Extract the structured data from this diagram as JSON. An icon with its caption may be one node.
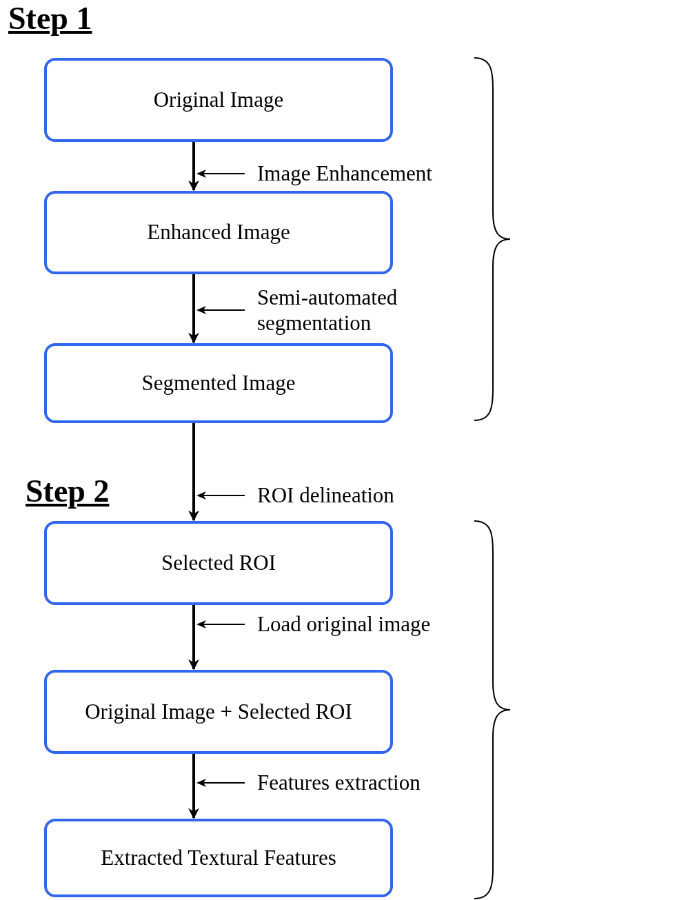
{
  "diagram": {
    "nodes": [
      {
        "text": [
          "Original Image"
        ]
      },
      {
        "text": [
          "Enhanced Image"
        ]
      },
      {
        "text": [
          "Segmented Image"
        ]
      },
      {
        "text": [
          "Selected ROI"
        ]
      },
      {
        "text": [
          "Original Image + Selected ROI"
        ]
      },
      {
        "text": [
          "Extracted Textural Features"
        ]
      }
    ],
    "edges": [
      {
        "from": 0,
        "to": 1,
        "arrow": "to",
        "label": "Image Enhancement"
      },
      {
        "from": 1,
        "to": 2,
        "arrow": "to",
        "label": "Semi-automated segmentation"
      },
      {
        "from": 2,
        "to": 3,
        "arrow": "to",
        "label": "ROI delineation"
      },
      {
        "from": 3,
        "to": 4,
        "arrow": "to",
        "label": "Load original image"
      },
      {
        "from": 4,
        "to": 5,
        "arrow": "to",
        "label": "Features extraction"
      }
    ],
    "labels": [
      "Step 1",
      "Step 2"
    ]
  }
}
